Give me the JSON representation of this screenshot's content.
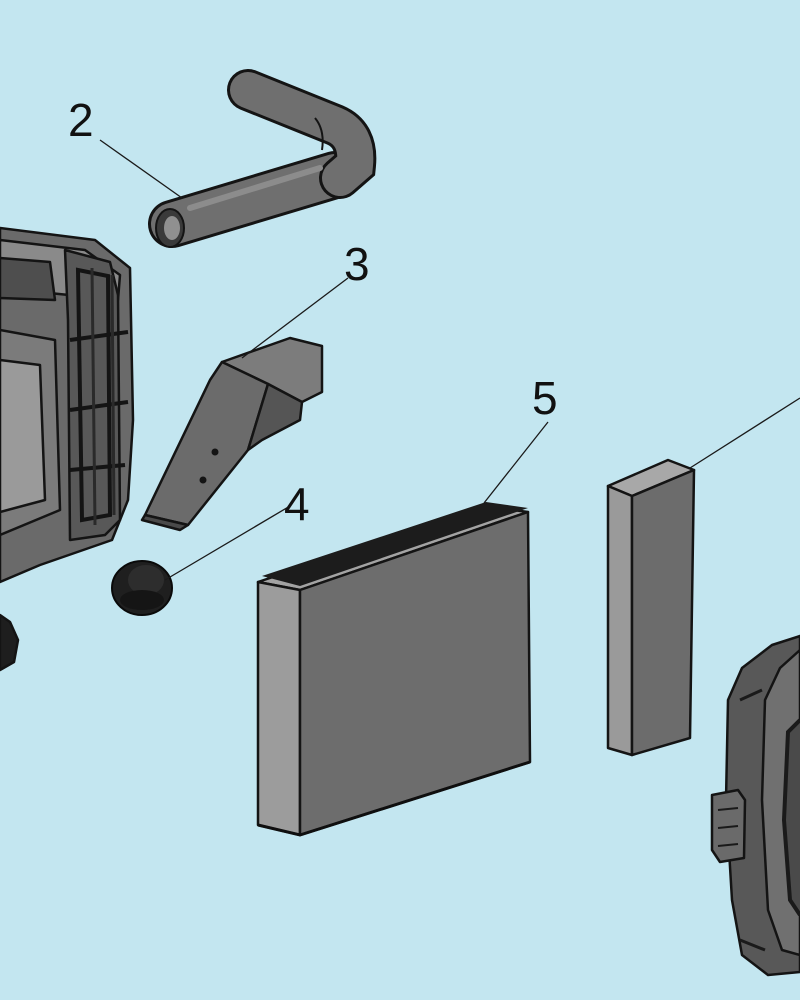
{
  "diagram": {
    "background_color": "#c3e6f0",
    "part_dark_color": "#6e6e6e",
    "part_light_color": "#9a9a9a",
    "outline_color": "#141414",
    "callouts": [
      {
        "number": "2",
        "part": "heater-hose"
      },
      {
        "number": "3",
        "part": "mounting-bracket"
      },
      {
        "number": "4",
        "part": "rubber-grommet"
      },
      {
        "number": "5",
        "part": "heater-core"
      }
    ]
  }
}
